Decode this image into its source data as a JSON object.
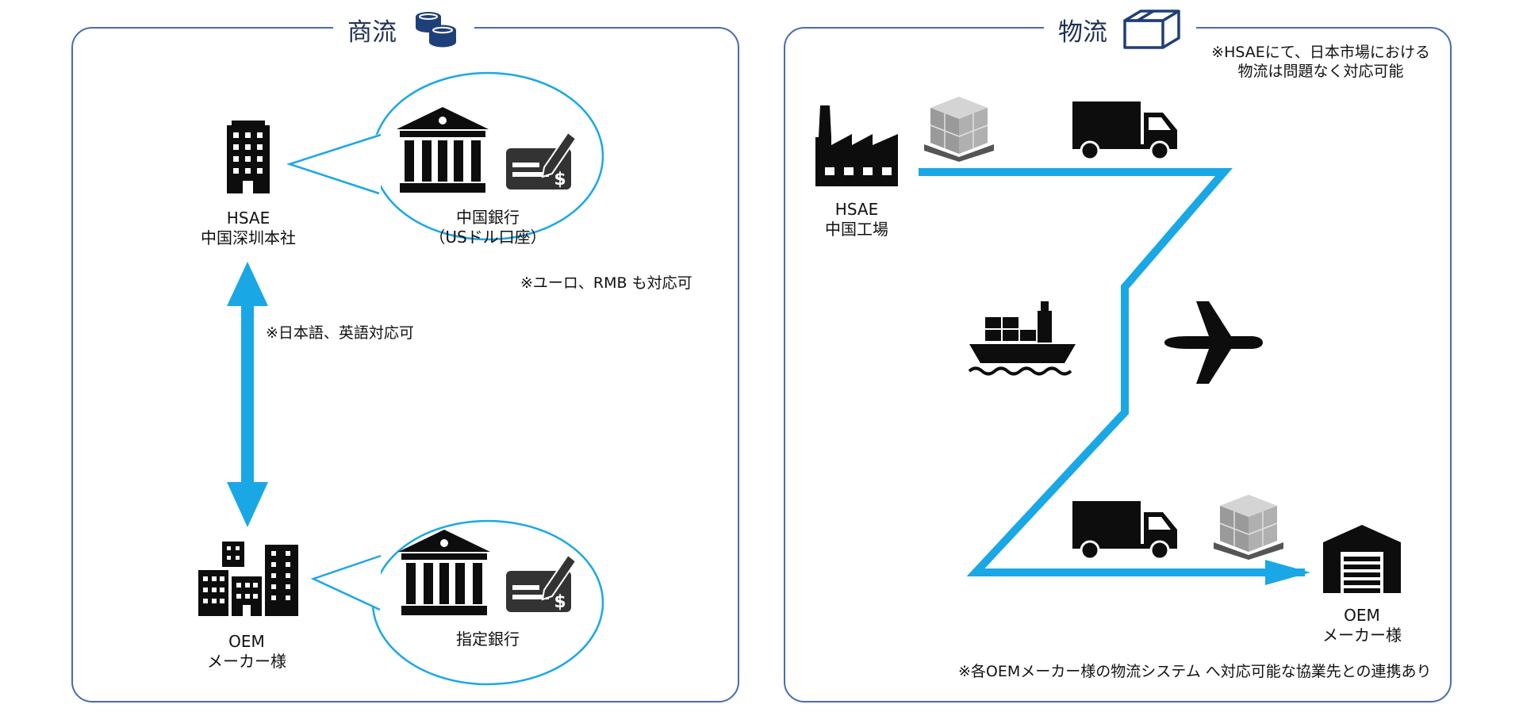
{
  "colors": {
    "accent": "#1aa7e6",
    "border": "#4a6bb0",
    "title": "#1f2f56",
    "icon": "#0d0d0d"
  },
  "commerce": {
    "title": "商流",
    "title_icon": "coins-icon",
    "hq": {
      "line1": "HSAE",
      "line2": "中国深圳本社",
      "icon": "office-building-icon"
    },
    "hq_bank": {
      "line1": "中国銀行",
      "line2": "（USドル口座）",
      "icons": [
        "bank-icon",
        "check-icon"
      ]
    },
    "currency_note": "※ユーロ、RMB も対応可",
    "language_note": "※日本語、英語対応可",
    "oem": {
      "line1": "OEM",
      "line2": "メーカー様",
      "icon": "city-buildings-icon"
    },
    "oem_bank": {
      "label": "指定銀行",
      "icons": [
        "bank-icon",
        "check-icon"
      ]
    }
  },
  "logistics": {
    "title": "物流",
    "title_icon": "box-icon",
    "market_note": {
      "line1": "※HSAEにて、日本市場における",
      "line2": "物流は問題なく対応可能"
    },
    "factory": {
      "line1": "HSAE",
      "line2": "中国工場",
      "icon": "factory-icon"
    },
    "oem": {
      "line1": "OEM",
      "line2": "メーカー様",
      "icon": "warehouse-icon"
    },
    "transport_icons": [
      "pallet-icon",
      "truck-icon",
      "ship-icon",
      "airplane-icon",
      "truck-icon",
      "pallet-icon"
    ],
    "partner_note": "※各OEMメーカー様の物流システム へ対応可能な協業先との連携あり"
  }
}
